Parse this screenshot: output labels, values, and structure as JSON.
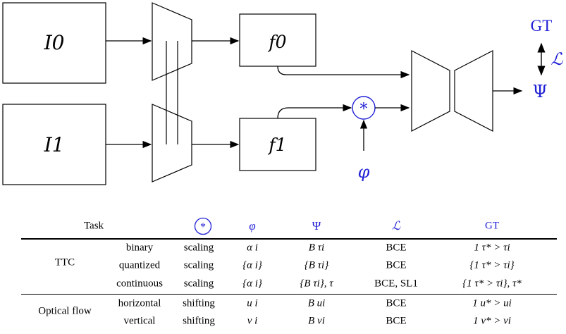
{
  "diagram": {
    "inputs": [
      "I0",
      "I1"
    ],
    "features": [
      "f0",
      "f1"
    ],
    "operator_symbol": "*",
    "phi": "φ",
    "psi": "Ψ",
    "loss": "ℒ",
    "gt": "GT",
    "colors": {
      "accent": "#1f1fd6",
      "stroke": "#000000"
    }
  },
  "table": {
    "headers": {
      "task": "Task",
      "op": "*",
      "phi": "φ",
      "psi": "Ψ",
      "loss": "ℒ",
      "gt": "GT"
    },
    "groups": [
      {
        "name": "TTC",
        "rows": [
          {
            "sub": "binary",
            "op": "scaling",
            "phi": "α i",
            "psi": "B τi",
            "loss": "BCE",
            "gt": "1 τ* > τi"
          },
          {
            "sub": "quantized",
            "op": "scaling",
            "phi": "{α i}",
            "psi": "{B τi}",
            "loss": "BCE",
            "gt": "{1 τ* > τi}"
          },
          {
            "sub": "continuous",
            "op": "scaling",
            "phi": "{α i}",
            "psi": "{B τi}, τ",
            "loss": "BCE, SL1",
            "gt": "{1 τ* > τi}, τ*"
          }
        ]
      },
      {
        "name": "Optical flow",
        "rows": [
          {
            "sub": "horizontal",
            "op": "shifting",
            "phi": "u i",
            "psi": "B ui",
            "loss": "BCE",
            "gt": "1 u* > ui"
          },
          {
            "sub": "vertical",
            "op": "shifting",
            "phi": "v i",
            "psi": "B vi",
            "loss": "BCE",
            "gt": "1 v* > vi"
          }
        ]
      }
    ]
  }
}
